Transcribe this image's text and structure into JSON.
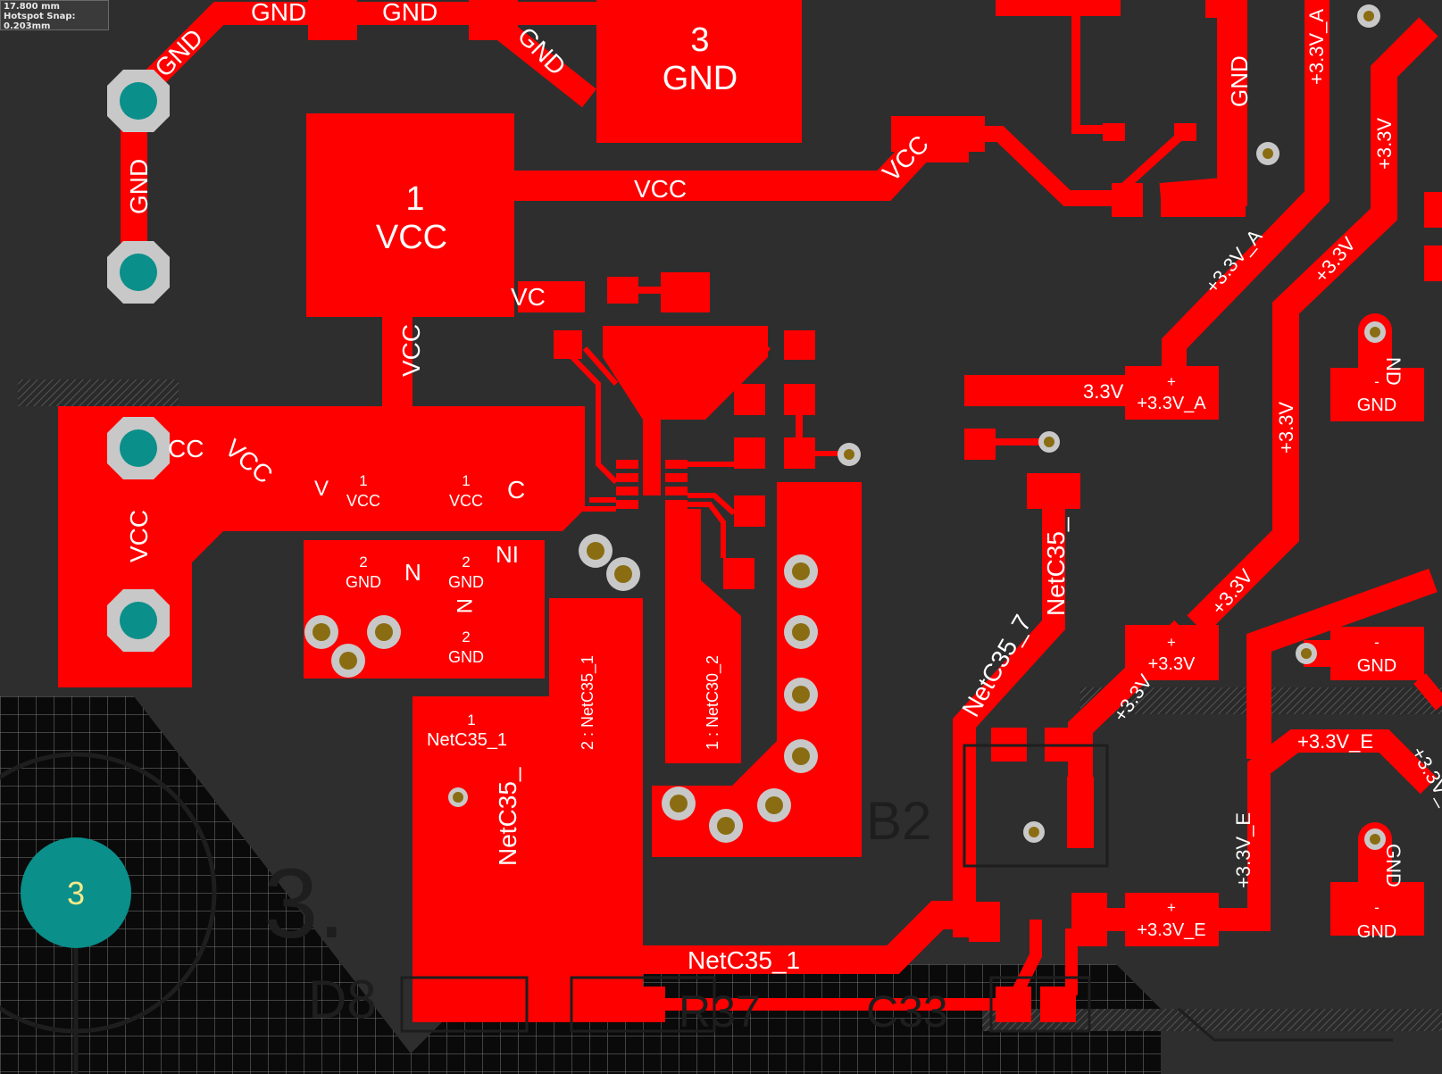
{
  "readout": {
    "coord": "17.800 mm",
    "snap": "Hotspot Snap: 0.203mm"
  },
  "colors": {
    "board": "#2e2e2e",
    "copper": "#ff0000",
    "pad_teal": "#0a8f8a",
    "via_ring": "#c8c8c8",
    "hole": "#8a6d12",
    "overlay": "#1e1e1e",
    "grid": "#8c8c8c"
  },
  "nets": {
    "gnd": "GND",
    "vcc": "VCC",
    "v33": "+3.3V",
    "v33a": "+3.3V_A",
    "v33e": "+3.3V_E",
    "netc35_1": "NetC35_1",
    "netc35_7": "NetC35_7",
    "netc35_frag": "NetC35_",
    "netc30_2": "NetC30_2"
  },
  "pads": {
    "p3": "3",
    "p1": "1",
    "p2": "2",
    "plus": "+",
    "minus": "-",
    "pad_2_netc35_1": "2 : NetC35_1",
    "pad_1_netc30_2": "1 : NetC30_2",
    "f_vcc1": "VCC",
    "f_vcc2": "VCC",
    "f_vc": "VC",
    "f_cc": "CC",
    "f_c": "C",
    "f_v": "V",
    "f_n": "N",
    "f_ni": "NI",
    "f_n2": "N",
    "f_33v": "3.3V",
    "f_nd": "ND",
    "f_gnd_v": "GND"
  },
  "silk": {
    "b2": "B2",
    "d8": "D8",
    "r37": "R37",
    "c33": "C33",
    "c3": "3."
  }
}
